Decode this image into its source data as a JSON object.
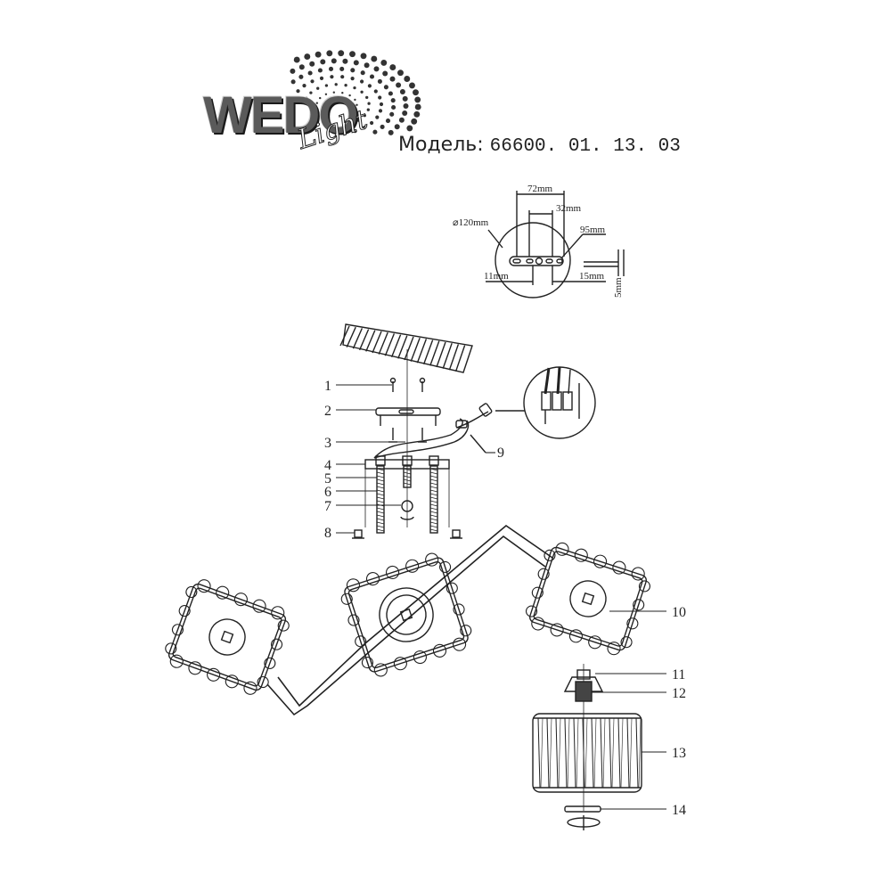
{
  "brand": {
    "name": "WEDO",
    "script": "Light"
  },
  "model": {
    "label": "Модель:",
    "number": "66600. 01. 13. 03"
  },
  "mount_detail": {
    "dimensions": [
      "72mm",
      "32mm",
      "⌀120mm",
      "95mm",
      "11mm",
      "15mm",
      "5mm"
    ]
  },
  "callouts": [
    "1",
    "2",
    "3",
    "4",
    "5",
    "6",
    "7",
    "8",
    "9",
    "10",
    "11",
    "12",
    "13",
    "14"
  ],
  "colors": {
    "line": "#222222",
    "logo_gray": "#5a5a5a"
  }
}
